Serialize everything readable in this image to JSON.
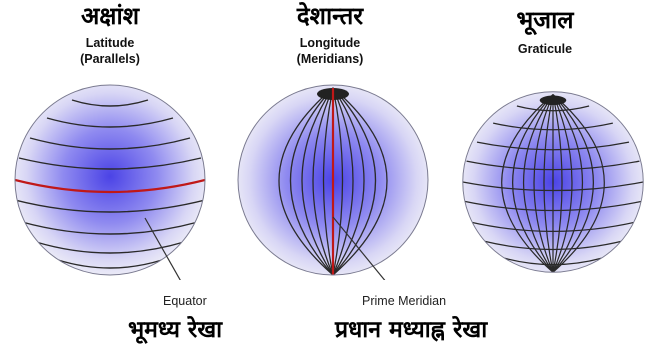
{
  "panels": [
    {
      "hindi": "अक्षांश",
      "title": "Latitude",
      "subtitle": "(Parallels)"
    },
    {
      "hindi": "देशान्तर",
      "title": "Longitude",
      "subtitle": "(Meridians)"
    },
    {
      "hindi": "भूजाल",
      "title": "Graticule",
      "subtitle": ""
    }
  ],
  "callouts": {
    "equator_en": "Equator",
    "equator_hi": "भूमध्य रेखा",
    "prime_meridian_en": "Prime Meridian",
    "prime_meridian_hi": "प्रधान मध्याह्न रेखा"
  },
  "colors": {
    "globe_core": "#4b43e6",
    "globe_edge": "#f2f2f8",
    "grid_line": "#2a2a2a",
    "highlight_line": "#c01818"
  }
}
